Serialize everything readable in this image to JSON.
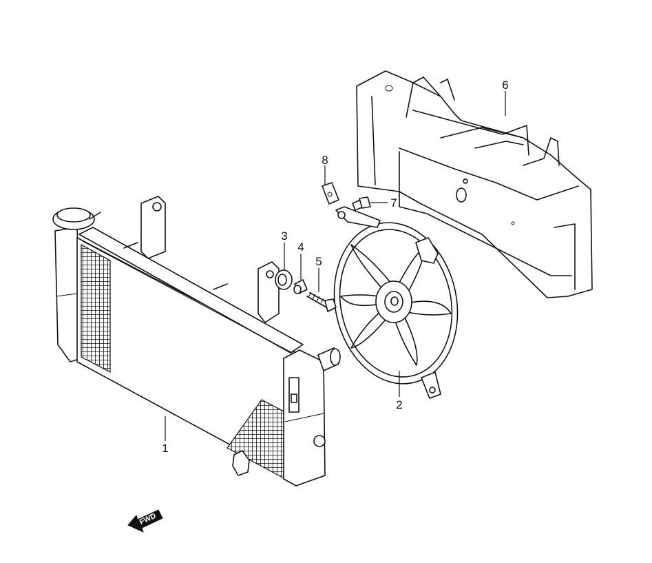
{
  "parts": [
    {
      "id": "1",
      "label": "1"
    },
    {
      "id": "2",
      "label": "2"
    },
    {
      "id": "3",
      "label": "3"
    },
    {
      "id": "4",
      "label": "4"
    },
    {
      "id": "5",
      "label": "5"
    },
    {
      "id": "6",
      "label": "6"
    },
    {
      "id": "7",
      "label": "7"
    },
    {
      "id": "8",
      "label": "8"
    }
  ],
  "fwd_label": "FWD",
  "colors": {
    "line": "#111111",
    "background": "#ffffff"
  }
}
